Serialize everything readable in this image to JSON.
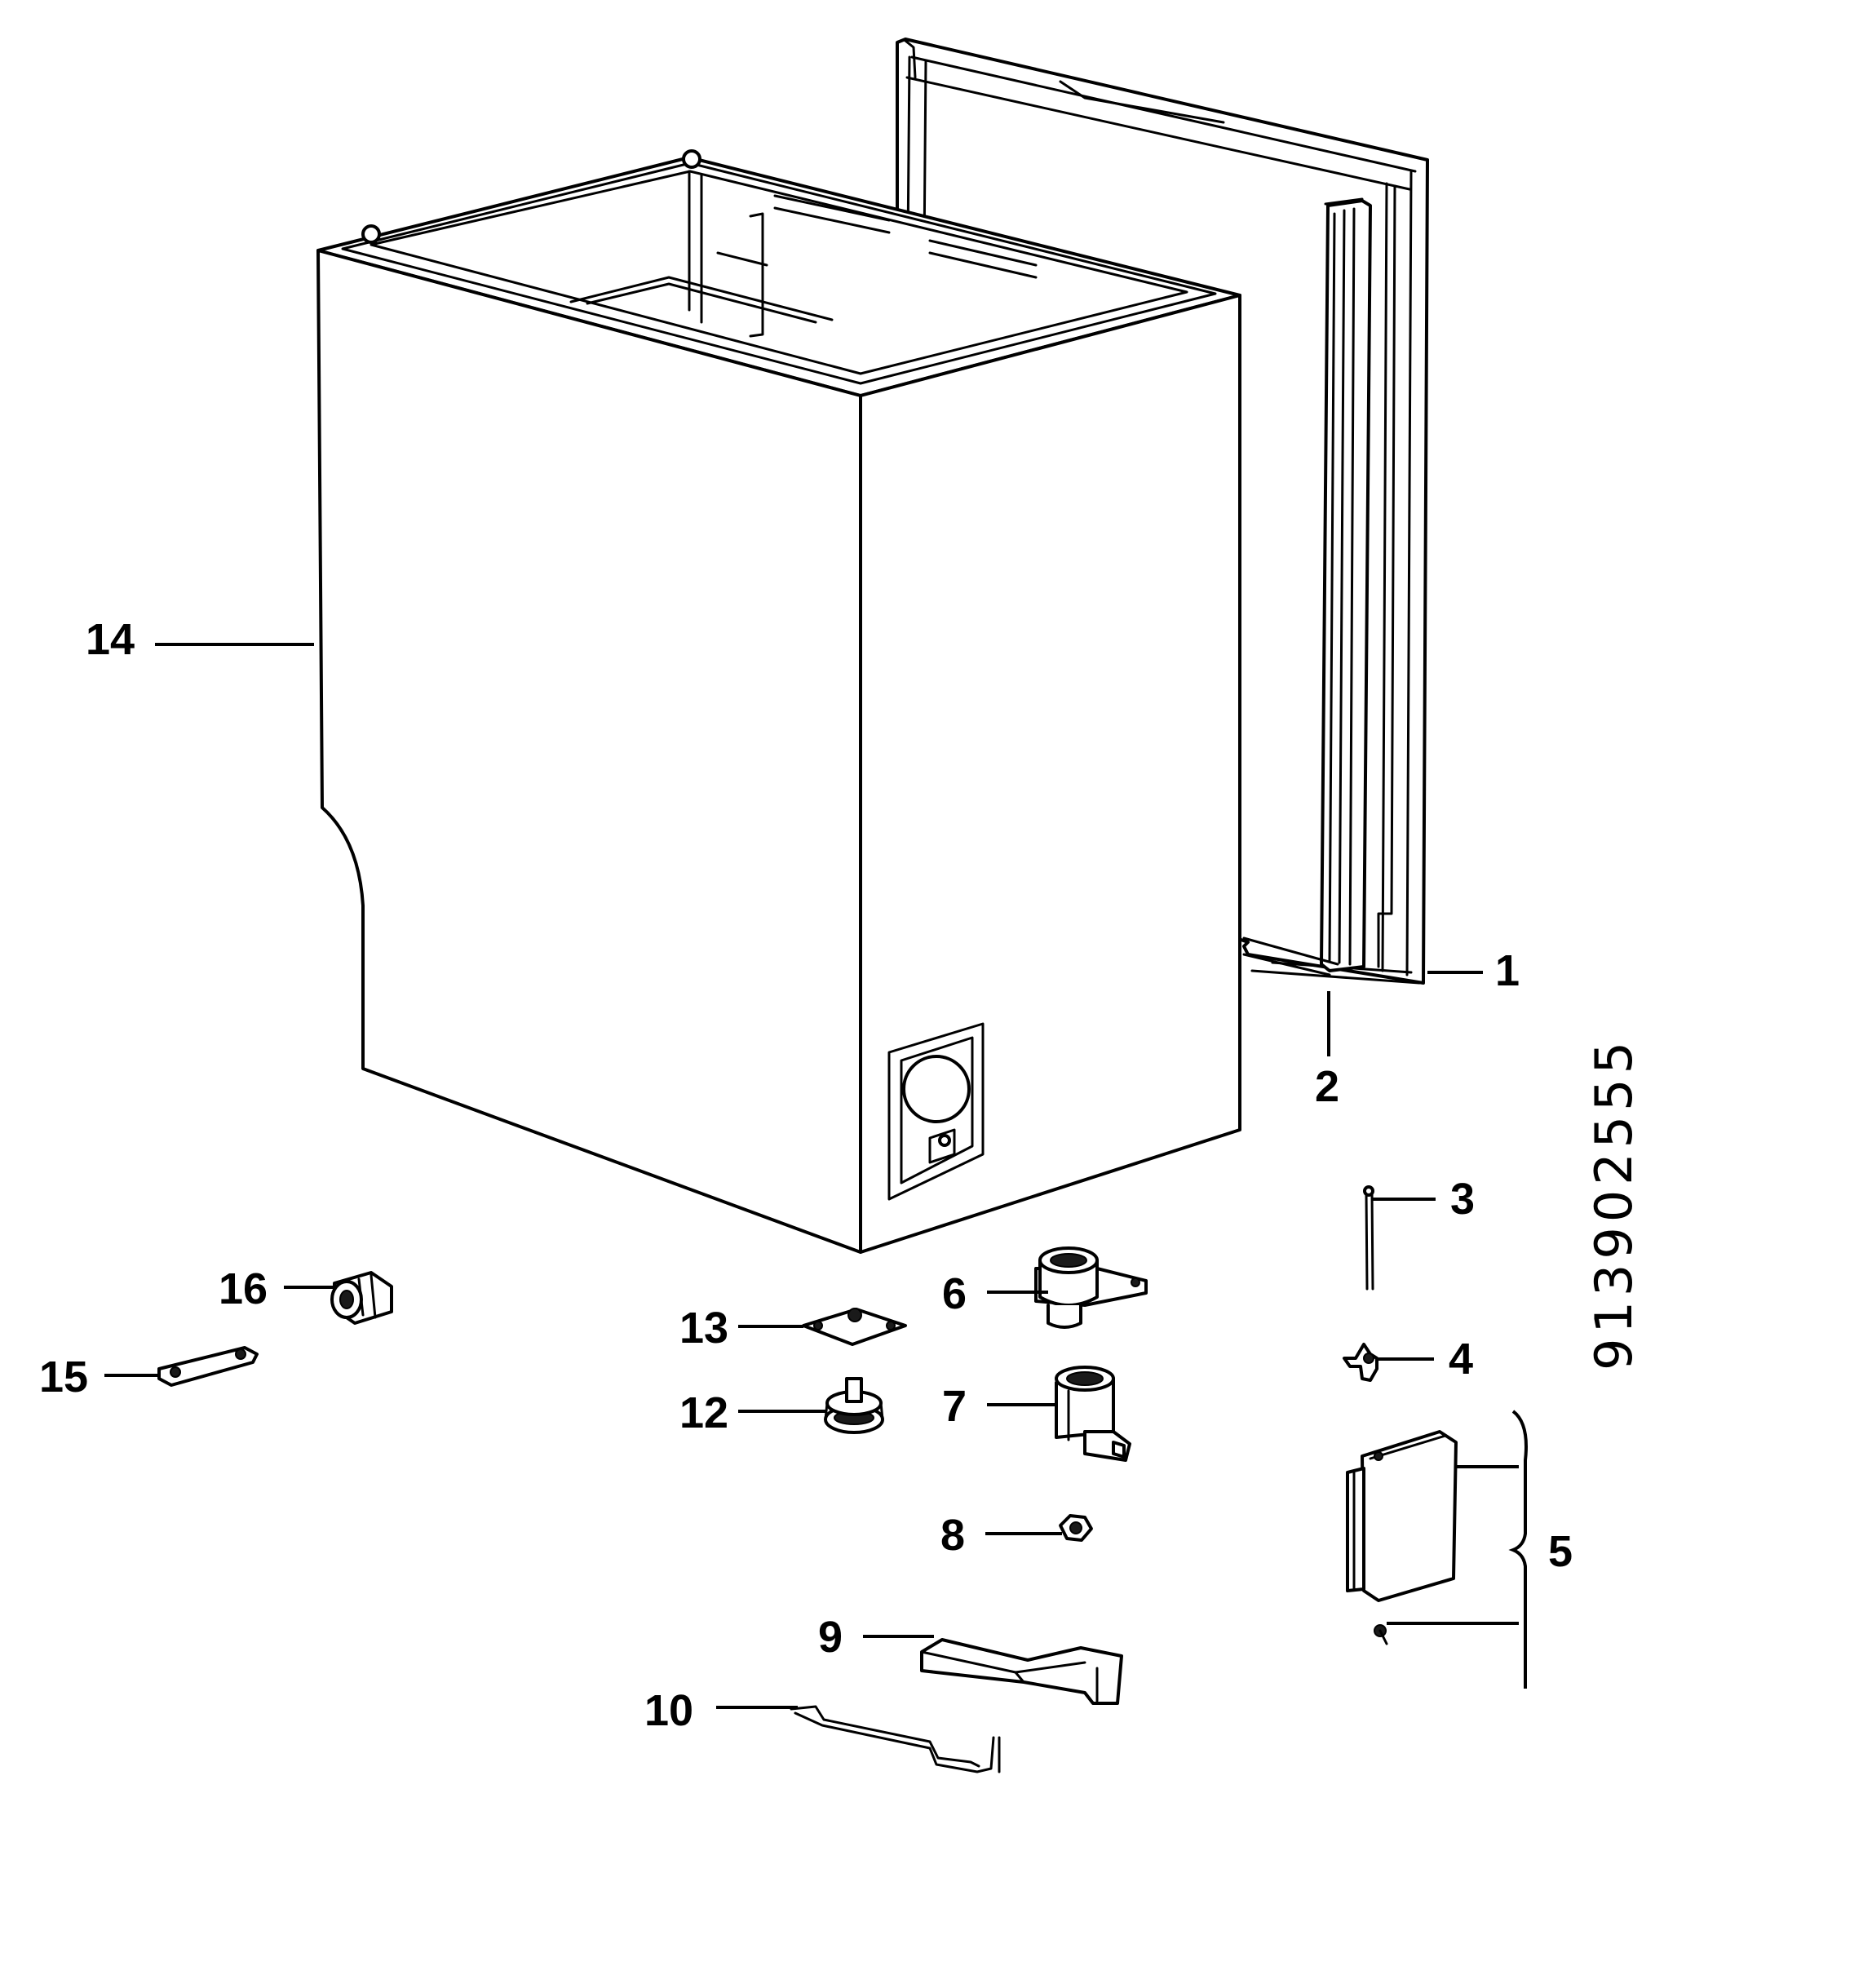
{
  "diagram": {
    "part_labels": {
      "p1": "1",
      "p2": "2",
      "p3": "3",
      "p4": "4",
      "p5": "5",
      "p6": "6",
      "p7": "7",
      "p8": "8",
      "p9": "9",
      "p10": "10",
      "p12": "12",
      "p13": "13",
      "p14": "14",
      "p15": "15",
      "p16": "16"
    },
    "drawing_number": "913902555"
  }
}
